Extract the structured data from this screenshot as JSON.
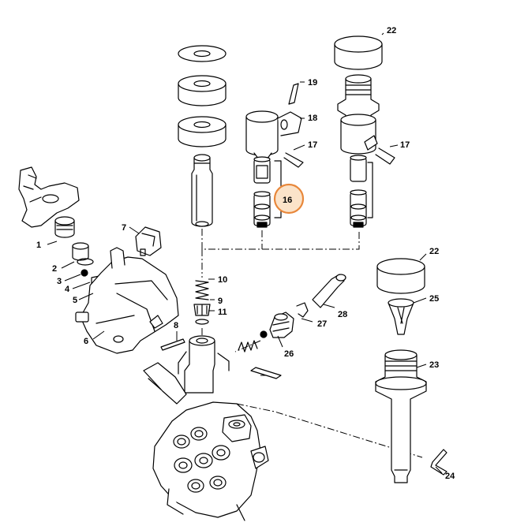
{
  "diagram": {
    "highlight_color": "#e8873a",
    "highlighted_callout": "16",
    "callouts": {
      "c1": "1",
      "c2": "2",
      "c3": "3",
      "c4": "4",
      "c5": "5",
      "c6": "6",
      "c7": "7",
      "c8": "8",
      "c9": "9",
      "c10": "10",
      "c11": "11",
      "c16": "16",
      "c17a": "17",
      "c17b": "17",
      "c18": "18",
      "c19": "19",
      "c22a": "22",
      "c22b": "22",
      "c23": "23",
      "c24": "24",
      "c25": "25",
      "c26": "26",
      "c27": "27",
      "c28": "28"
    }
  }
}
